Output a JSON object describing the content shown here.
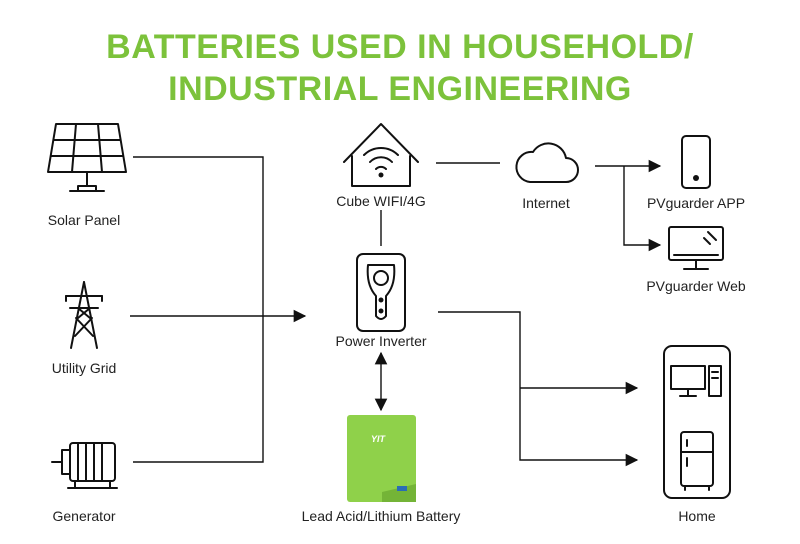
{
  "title": {
    "line1": "BATTERIES USED IN HOUSEHOLD/",
    "line2": "INDUSTRIAL ENGINEERING"
  },
  "nodes": {
    "solar_panel": "Solar Panel",
    "utility_grid": "Utility Grid",
    "generator": "Generator",
    "cube_wifi": "Cube WIFI/4G",
    "internet": "Internet",
    "pvguarder_app": "PVguarder APP",
    "pvguarder_web": "PVguarder Web",
    "power_inverter": "Power Inverter",
    "battery": "Lead Acid/Lithium Battery",
    "home": "Home"
  },
  "battery_brand": "YIT",
  "colors": {
    "title": "#7cc23b",
    "battery": "#8fd14a"
  }
}
